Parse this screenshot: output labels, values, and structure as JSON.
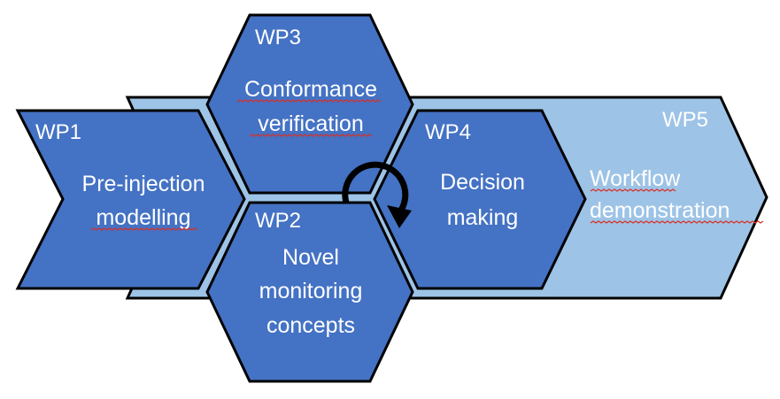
{
  "colors": {
    "dark_blue": "#4472c4",
    "light_blue": "#9dc3e6",
    "outline": "#000000",
    "text": "#ffffff",
    "spellcheck_underline": "#d93025"
  },
  "wp5": {
    "code": "WP5",
    "line1": "Workflow",
    "line2": "demonstration"
  },
  "wp1": {
    "code": "WP1",
    "line1": "Pre-injection",
    "line2": "modelling"
  },
  "wp3": {
    "code": "WP3",
    "line1": "Conformance",
    "line2": "verification"
  },
  "wp2": {
    "code": "WP2",
    "line1": "Novel",
    "line2": "monitoring",
    "line3": "concepts"
  },
  "wp4": {
    "code": "WP4",
    "line1": "Decision",
    "line2": "making"
  },
  "cycle_icon": "circular-arrow-icon"
}
